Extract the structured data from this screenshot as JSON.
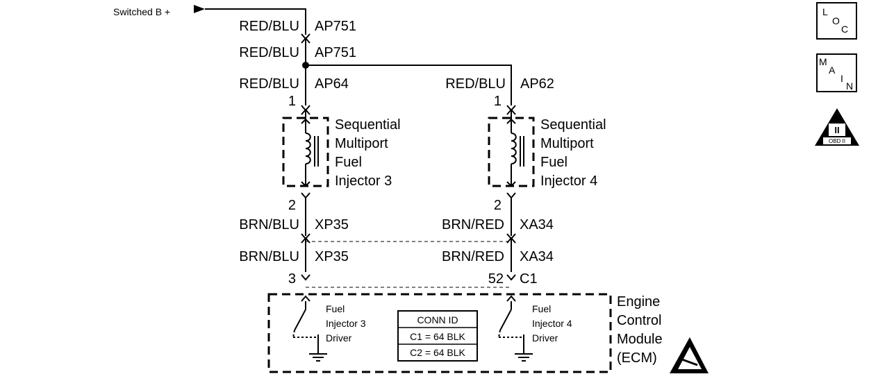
{
  "power": {
    "label": "Switched B +"
  },
  "top_connectors": [
    {
      "wire": "RED/BLU",
      "circuit": "AP751"
    },
    {
      "wire": "RED/BLU",
      "circuit": "AP751"
    }
  ],
  "branches": [
    {
      "wire_top": "RED/BLU",
      "circuit_top": "AP64",
      "pin_top": "1",
      "injector": [
        "Sequential",
        "Multiport",
        "Fuel",
        "Injector 3"
      ],
      "pin_bottom": "2",
      "wire_bottom_1": "BRN/BLU",
      "circuit_bottom_1": "XP35",
      "wire_bottom_2": "BRN/BLU",
      "circuit_bottom_2": "XP35",
      "ecm_pin": "3",
      "driver": [
        "Fuel",
        "Injector 3",
        "Driver"
      ]
    },
    {
      "wire_top": "RED/BLU",
      "circuit_top": "AP62",
      "pin_top": "1",
      "injector": [
        "Sequential",
        "Multiport",
        "Fuel",
        "Injector 4"
      ],
      "pin_bottom": "2",
      "wire_bottom_1": "BRN/RED",
      "circuit_bottom_1": "XA34",
      "wire_bottom_2": "BRN/RED",
      "circuit_bottom_2": "XA34",
      "ecm_pin": "52",
      "ecm_connector": "C1",
      "driver": [
        "Fuel",
        "Injector 4",
        "Driver"
      ]
    }
  ],
  "conn_id": {
    "title": "CONN ID",
    "rows": [
      "C1 = 64 BLK",
      "C2 = 64 BLK"
    ]
  },
  "ecm": {
    "name": [
      "Engine",
      "Control",
      "Module",
      "(ECM)"
    ]
  },
  "side_icons": {
    "loc": [
      "L",
      "O",
      "C"
    ],
    "main": [
      "M",
      "A",
      "I",
      "N"
    ],
    "obd": {
      "numeral": "II",
      "caption": "OBD II"
    }
  }
}
